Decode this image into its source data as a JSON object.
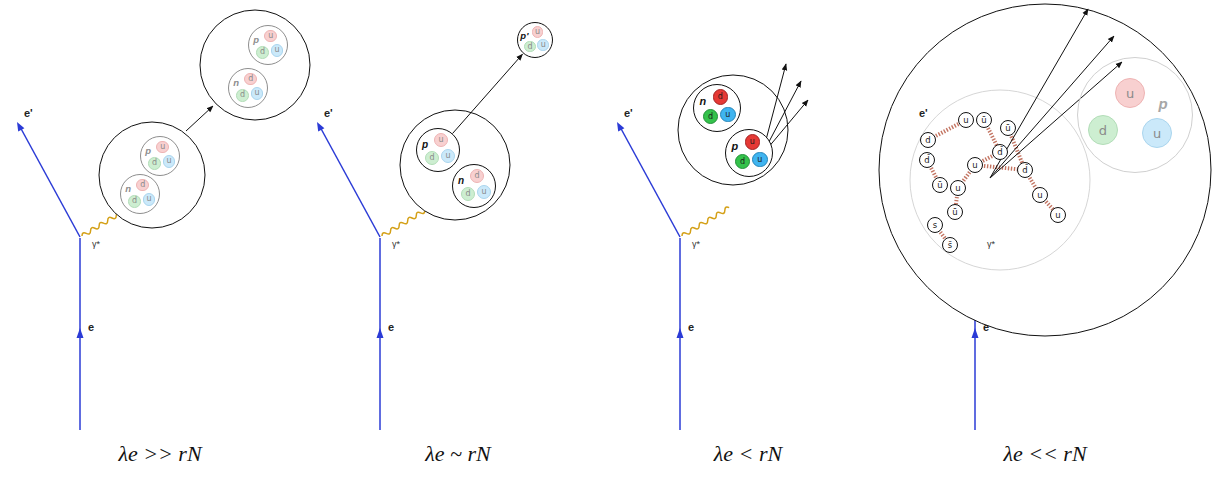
{
  "diagram": {
    "nodes": [
      {
        "text": [
          "p"
        ]
      },
      {
        "text": [
          "u"
        ],
        "in": 0
      },
      {
        "text": [
          "d"
        ],
        "in": 0
      },
      {
        "text": [
          "u"
        ],
        "in": 0
      },
      {
        "text": [
          "n"
        ]
      },
      {
        "text": [
          "d"
        ],
        "in": 4
      },
      {
        "text": [
          "d"
        ],
        "in": 4
      },
      {
        "text": [
          "u"
        ],
        "in": 4
      },
      {
        "text": [
          "p"
        ]
      },
      {
        "text": [
          "u"
        ],
        "in": 8
      },
      {
        "text": [
          "d"
        ],
        "in": 8
      },
      {
        "text": [
          "u"
        ],
        "in": 8
      },
      {
        "text": [
          "n"
        ]
      },
      {
        "text": [
          "d"
        ],
        "in": 12
      },
      {
        "text": [
          "d"
        ],
        "in": 12
      },
      {
        "text": [
          "u"
        ],
        "in": 12
      },
      {
        "text": [
          "p'"
        ]
      },
      {
        "text": [
          "u"
        ],
        "in": 16
      },
      {
        "text": [
          "d"
        ],
        "in": 16
      },
      {
        "text": [
          "u"
        ],
        "in": 16
      },
      {
        "text": [
          "p"
        ]
      },
      {
        "text": [
          "u"
        ],
        "in": 20
      },
      {
        "text": [
          "d"
        ],
        "in": 20
      },
      {
        "text": [
          "u"
        ],
        "in": 20
      },
      {
        "text": [
          "n"
        ]
      },
      {
        "text": [
          "d"
        ],
        "in": 24
      },
      {
        "text": [
          "d"
        ],
        "in": 24
      },
      {
        "text": [
          "u"
        ],
        "in": 24
      },
      {
        "text": [
          "n"
        ]
      },
      {
        "text": [
          "d"
        ],
        "in": 28
      },
      {
        "text": [
          "d"
        ],
        "in": 28
      },
      {
        "text": [
          "u"
        ],
        "in": 28
      },
      {
        "text": [
          "p"
        ]
      },
      {
        "text": [
          "u"
        ],
        "in": 32
      },
      {
        "text": [
          "d"
        ],
        "in": 32
      },
      {
        "text": [
          "u"
        ],
        "in": 32
      },
      {
        "text": [
          "p"
        ]
      },
      {
        "text": [
          "u"
        ],
        "in": 36
      },
      {
        "text": [
          "d"
        ],
        "in": 36
      },
      {
        "text": [
          "u"
        ],
        "in": 36
      },
      {
        "text": [
          "d"
        ]
      },
      {
        "text": [
          "d̄"
        ]
      },
      {
        "text": [
          "u"
        ]
      },
      {
        "text": [
          "ū"
        ]
      },
      {
        "text": [
          "ū"
        ]
      },
      {
        "text": [
          "d̄"
        ]
      },
      {
        "text": [
          "u"
        ]
      },
      {
        "text": [
          "ū"
        ]
      },
      {
        "text": [
          "u"
        ]
      },
      {
        "text": [
          "d̄"
        ]
      },
      {
        "text": [
          "ū"
        ]
      },
      {
        "text": [
          "u"
        ]
      },
      {
        "text": [
          "s"
        ]
      },
      {
        "text": [
          "s̄"
        ]
      },
      {
        "text": [
          "u"
        ]
      }
    ],
    "edges": [
      {
        "from": 20,
        "to": 16,
        "arrow": "to"
      }
    ],
    "labels": [
      "e'",
      "γ*",
      "e",
      "λe >> rN",
      "e'",
      "γ*",
      "e",
      "λe ~ rN",
      "e'",
      "γ*",
      "e",
      "λe < rN",
      "e'",
      "γ*",
      "e",
      "λe << rN"
    ]
  }
}
